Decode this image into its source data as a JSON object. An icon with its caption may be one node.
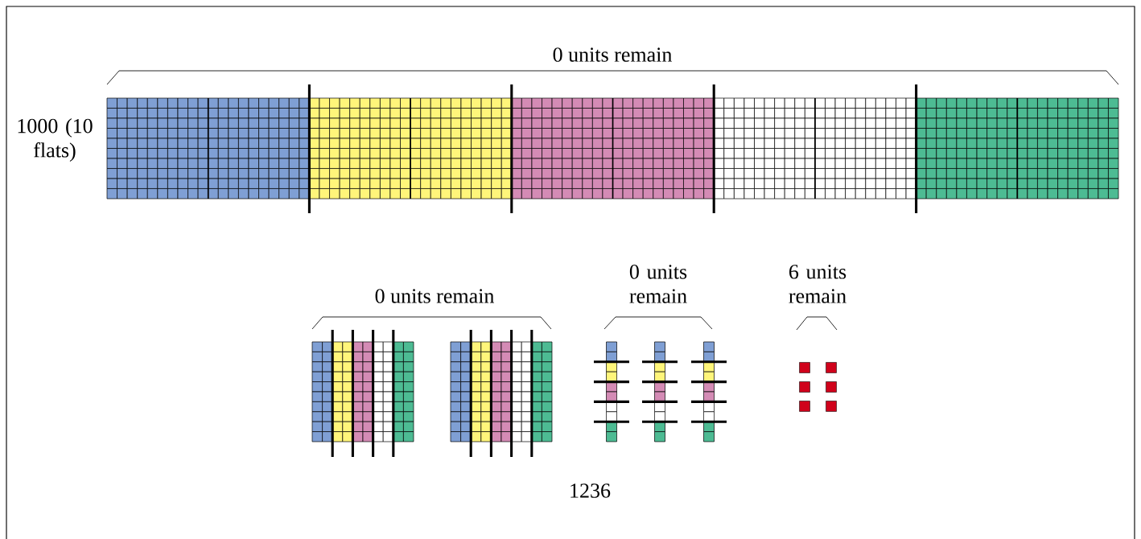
{
  "diagram": {
    "labels": [
      "0 units remain",
      "1000 (10 flats)",
      "0 units remain",
      "0 units remain",
      "6 units remain",
      "1236"
    ]
  }
}
